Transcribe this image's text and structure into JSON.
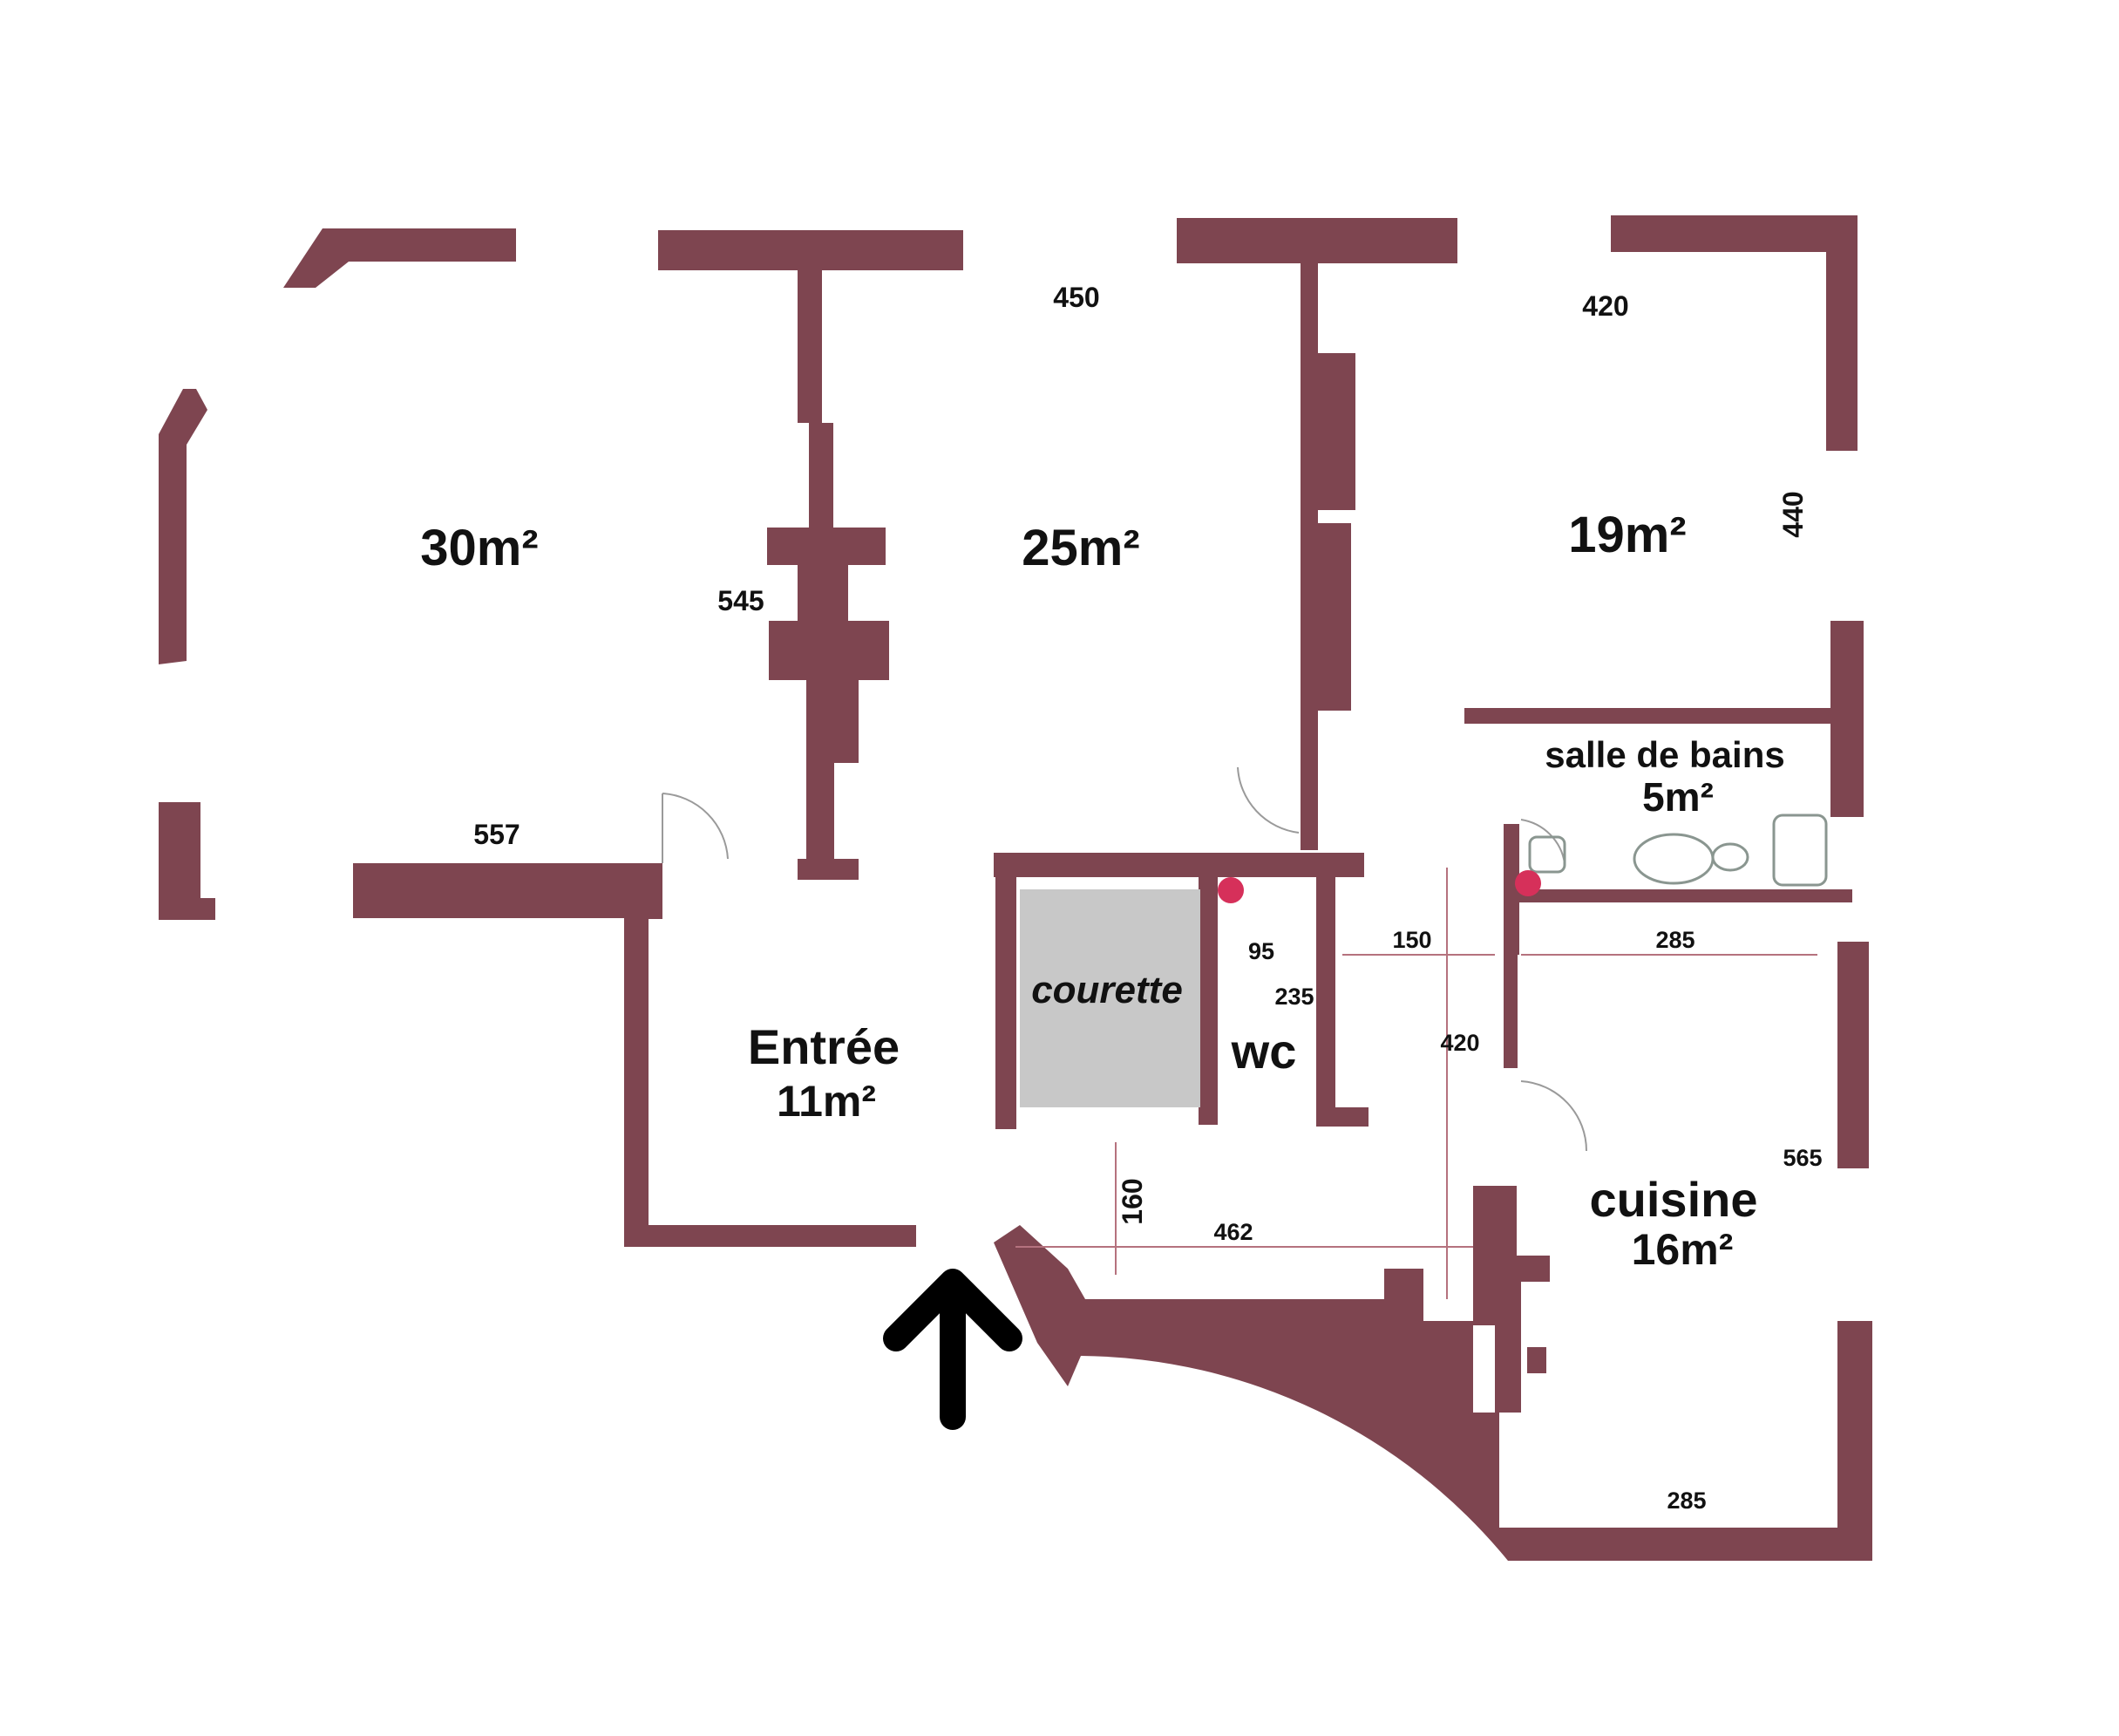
{
  "colors": {
    "wall": "#7e4550",
    "courette": "#c8c8c8",
    "marker": "#d6305a",
    "arrow": "#000000"
  },
  "rooms": {
    "room1": {
      "area": "30m²"
    },
    "room2": {
      "area": "25m²"
    },
    "room3": {
      "area": "19m²"
    },
    "entree": {
      "name": "Entrée",
      "area": "11m²"
    },
    "courette": {
      "name": "courette"
    },
    "wc": {
      "name": "wc"
    },
    "salle_de_bains": {
      "name": "salle de bains",
      "area": "5m²"
    },
    "cuisine": {
      "name": "cuisine",
      "area": "16m²"
    }
  },
  "dimensions": {
    "d450": "450",
    "d420_top": "420",
    "d440": "440",
    "d545": "545",
    "d557": "557",
    "d95": "95",
    "d235": "235",
    "d150": "150",
    "d285_mid": "285",
    "d420_mid": "420",
    "d160": "160",
    "d462": "462",
    "d565": "565",
    "d285_bottom": "285"
  },
  "icons": {
    "entrance": "arrow-up-icon",
    "markers": "red-dot-icon"
  }
}
